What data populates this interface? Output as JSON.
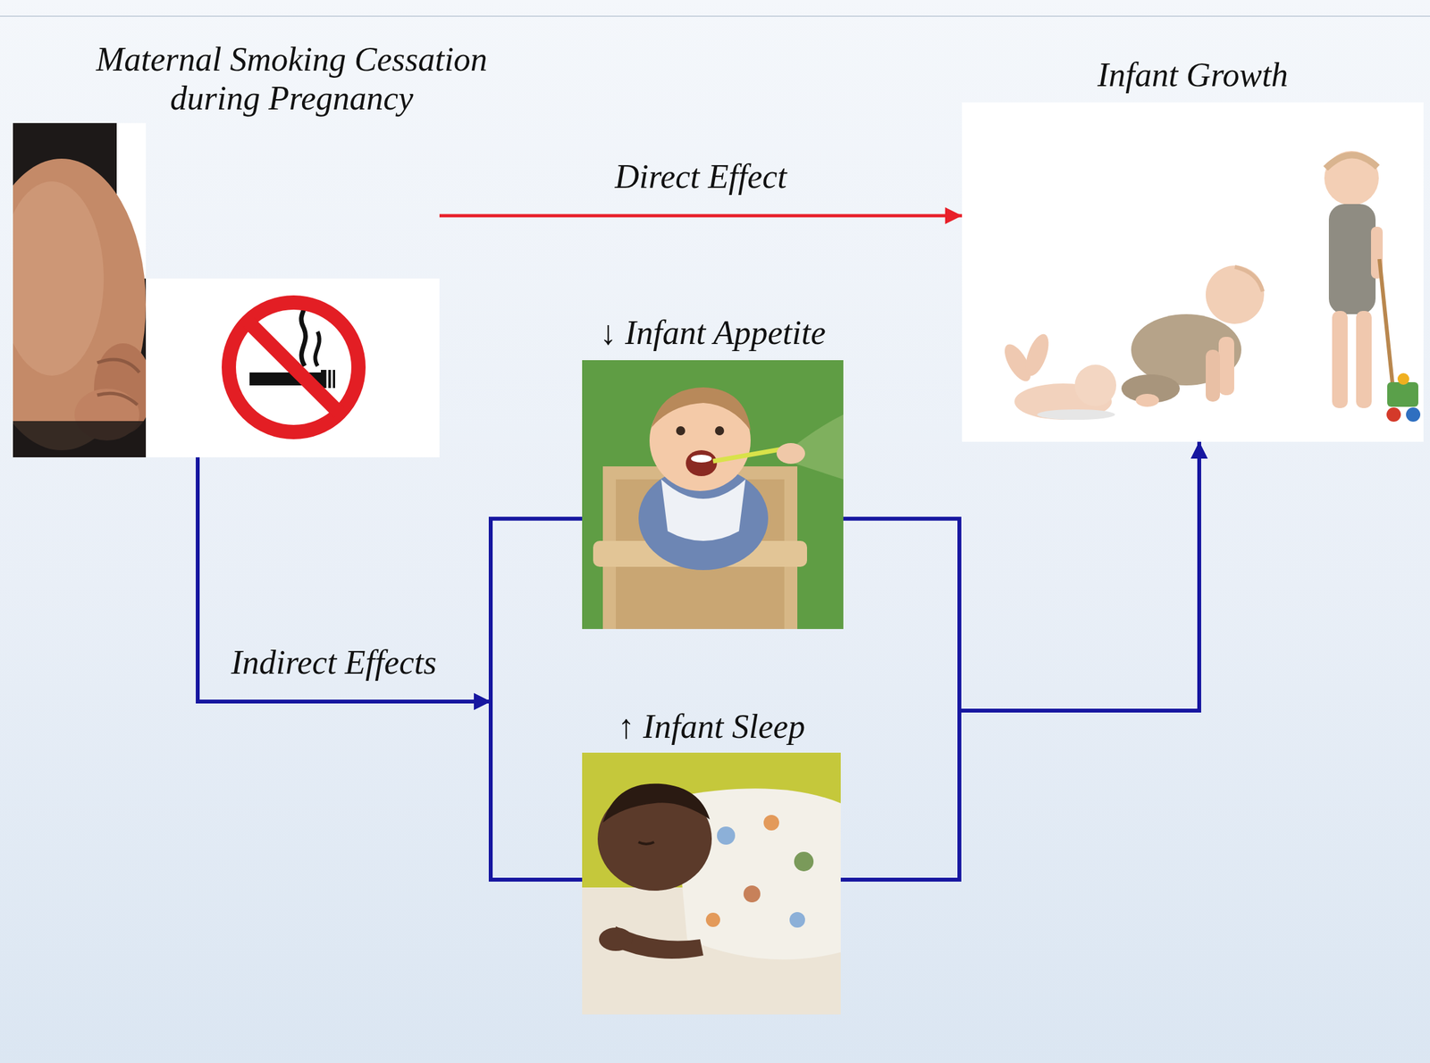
{
  "diagram": {
    "nodes": [
      {
        "text": [
          "Maternal Smoking Cessation during Pregnancy"
        ]
      },
      {
        "text": [
          "Infant Growth"
        ]
      },
      {
        "text": [
          "↓ Infant Appetite"
        ]
      },
      {
        "text": [
          "↑ Infant Sleep"
        ]
      }
    ],
    "edges": [
      {
        "from": 0,
        "to": 1,
        "arrow": "to",
        "label": "Direct Effect"
      },
      {
        "from": 0,
        "to": 2,
        "arrow": "to",
        "label": "Indirect Effects"
      },
      {
        "from": 0,
        "to": 3,
        "arrow": "to"
      },
      {
        "from": 2,
        "to": 1,
        "arrow": "to"
      },
      {
        "from": 3,
        "to": 1,
        "arrow": "to"
      }
    ]
  }
}
